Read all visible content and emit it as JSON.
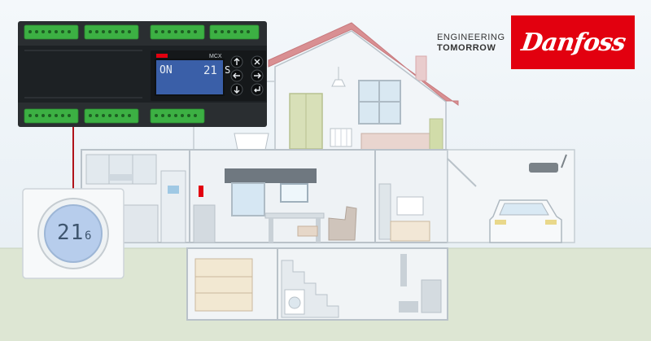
{
  "branding": {
    "tagline_line1": "ENGINEERING",
    "tagline_line2": "TOMORROW",
    "logo_text": "Danfoss",
    "brand_red": "#e2000f"
  },
  "controller": {
    "model_label": "MCX",
    "display_status": "ON",
    "display_value": "21",
    "display_unit": "S",
    "key_icons": [
      "arrow-up-icon",
      "close-icon",
      "arrow-left-icon",
      "arrow-right-icon",
      "arrow-down-icon",
      "enter-icon"
    ]
  },
  "thermostat": {
    "temperature": "21",
    "decimal": "6"
  },
  "colors": {
    "wall_fill": "#e8eef3",
    "outline": "#b9c2c9",
    "roof": "#d8898c",
    "terminal_green": "#3cb043",
    "module_black": "#1f2326",
    "lcd_blue": "#3a5fa8",
    "ground": "#d8e3cf"
  }
}
